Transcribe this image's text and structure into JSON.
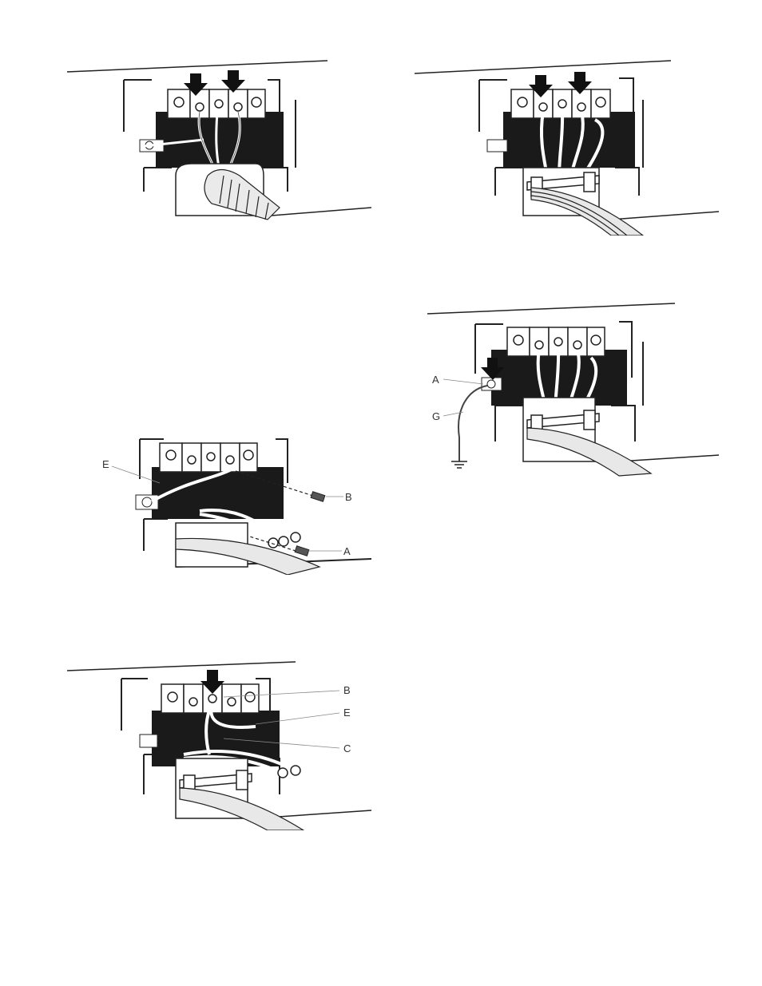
{
  "figures": [
    {
      "id": "fig-1",
      "callouts": []
    },
    {
      "id": "fig-2",
      "callouts": []
    },
    {
      "id": "fig-3",
      "callouts": [
        {
          "key": "e",
          "text": "E"
        },
        {
          "key": "b",
          "text": "B"
        },
        {
          "key": "a",
          "text": "A"
        }
      ]
    },
    {
      "id": "fig-4",
      "callouts": [
        {
          "key": "a",
          "text": "A"
        },
        {
          "key": "g",
          "text": "G"
        }
      ]
    },
    {
      "id": "fig-5",
      "callouts": [
        {
          "key": "b",
          "text": "B"
        },
        {
          "key": "e",
          "text": "E"
        },
        {
          "key": "c",
          "text": "C"
        }
      ]
    }
  ],
  "colors": {
    "ink": "#111111",
    "panel": "#1a1a1a",
    "line": "#222222"
  }
}
